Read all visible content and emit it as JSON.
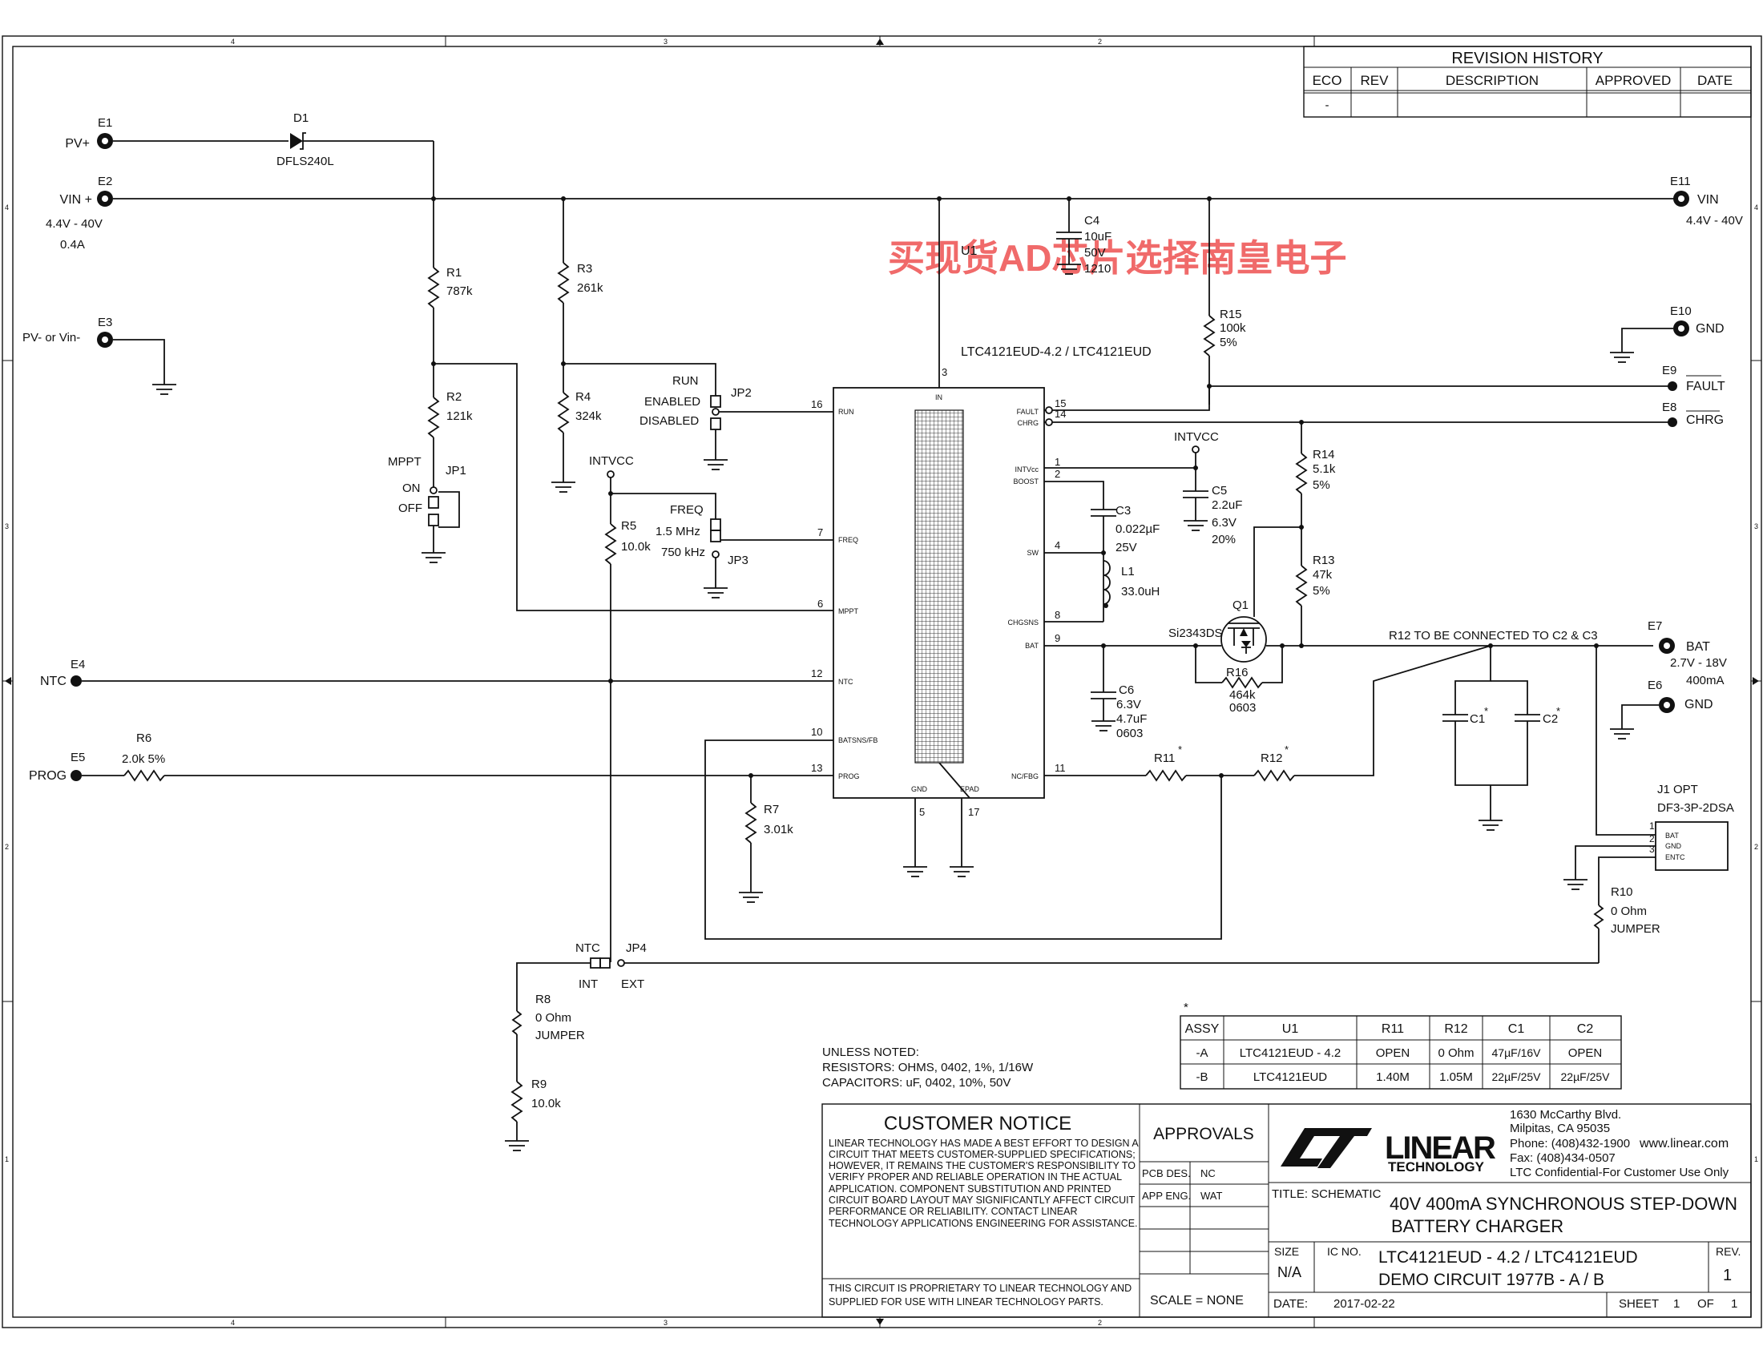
{
  "frame": {
    "zones_top": [
      "4",
      "3",
      "2"
    ],
    "zones_side": [
      "4",
      "3",
      "2",
      "1"
    ]
  },
  "watermark": "买现货AD芯片选择南皇电子",
  "revision_history": {
    "title": "REVISION HISTORY",
    "headers": [
      "ECO",
      "REV",
      "DESCRIPTION",
      "APPROVED",
      "DATE"
    ],
    "row": [
      "-",
      "",
      "",
      "",
      ""
    ]
  },
  "terminals": {
    "e1": {
      "id": "E1",
      "label": "PV+"
    },
    "e2": {
      "id": "E2",
      "label": "VIN +",
      "note1": "4.4V - 40V",
      "note2": "0.4A"
    },
    "e3": {
      "id": "E3",
      "label": "PV- or Vin-"
    },
    "e4": {
      "id": "E4",
      "label": "NTC"
    },
    "e5": {
      "id": "E5",
      "label": "PROG"
    },
    "e11": {
      "id": "E11",
      "label": "VIN",
      "note": "4.4V - 40V"
    },
    "e10": {
      "id": "E10",
      "label": "GND"
    },
    "e9": {
      "id": "E9",
      "label": "FAULT"
    },
    "e8": {
      "id": "E8",
      "label": "CHRG"
    },
    "e7": {
      "id": "E7",
      "label": "BAT",
      "note1": "2.7V - 18V",
      "note2": "400mA"
    },
    "e6": {
      "id": "E6",
      "label": "GND"
    }
  },
  "components": {
    "d1": {
      "ref": "D1",
      "value": "DFLS240L"
    },
    "r1": {
      "ref": "R1",
      "value": "787k"
    },
    "r2": {
      "ref": "R2",
      "value": "121k"
    },
    "r3": {
      "ref": "R3",
      "value": "261k"
    },
    "r4": {
      "ref": "R4",
      "value": "324k"
    },
    "r5": {
      "ref": "R5",
      "value": "10.0k"
    },
    "r6": {
      "ref": "R6",
      "value": "2.0k  5%"
    },
    "r7": {
      "ref": "R7",
      "value": "3.01k"
    },
    "r8": {
      "ref": "R8",
      "value": "0 Ohm",
      "note": "JUMPER"
    },
    "r9": {
      "ref": "R9",
      "value": "10.0k"
    },
    "r10": {
      "ref": "R10",
      "value": "0 Ohm",
      "note": "JUMPER"
    },
    "r11": {
      "ref": "R11",
      "mark": "*"
    },
    "r12": {
      "ref": "R12",
      "mark": "*"
    },
    "r13": {
      "ref": "R13",
      "value": "47k",
      "tol": "5%"
    },
    "r14": {
      "ref": "R14",
      "value": "5.1k",
      "tol": "5%"
    },
    "r15": {
      "ref": "R15",
      "value": "100k",
      "tol": "5%"
    },
    "r16": {
      "ref": "R16",
      "value": "464k",
      "pkg": "0603"
    },
    "c1": {
      "ref": "C1",
      "mark": "*"
    },
    "c2": {
      "ref": "C2",
      "mark": "*"
    },
    "c3": {
      "ref": "C3",
      "value": "0.022µF",
      "volt": "25V"
    },
    "c4": {
      "ref": "C4",
      "value": "10uF",
      "volt": "50V",
      "pkg": "1210"
    },
    "c5": {
      "ref": "C5",
      "value": "2.2uF",
      "volt": "6.3V",
      "tol": "20%"
    },
    "c6": {
      "ref": "C6",
      "volt": "6.3V",
      "value": "4.7uF",
      "pkg": "0603"
    },
    "l1": {
      "ref": "L1",
      "value": "33.0uH"
    },
    "q1": {
      "ref": "Q1",
      "part": "Si2343DS"
    },
    "j1": {
      "ref": "J1  OPT",
      "part": "DF3-3P-2DSA",
      "pins": [
        "BAT",
        "GND",
        "ENTC"
      ],
      "nums": [
        "1",
        "2",
        "3"
      ]
    },
    "u1": {
      "ref": "U1",
      "part": "LTC4121EUD-4.2 / LTC4121EUD"
    }
  },
  "jumpers": {
    "jp1": {
      "ref": "JP1",
      "title": "MPPT",
      "on": "ON",
      "off": "OFF"
    },
    "jp2": {
      "ref": "JP2",
      "title": "RUN",
      "on": "ENABLED",
      "off": "DISABLED"
    },
    "jp3": {
      "ref": "JP3",
      "title": "FREQ",
      "on": "1.5 MHz",
      "off": "750 kHz"
    },
    "jp4": {
      "ref": "JP4",
      "title": "NTC",
      "int": "INT",
      "ext": "EXT"
    }
  },
  "nets": {
    "intvcc1": "INTVCC",
    "intvcc2": "INTVCC",
    "r12_note": "R12 TO BE CONNECTED TO C2 & C3"
  },
  "ic_pins": {
    "in": "IN",
    "run": "RUN",
    "freq": "FREQ",
    "mppt": "MPPT",
    "ntc": "NTC",
    "batsns": "BATSNS/FB",
    "prog": "PROG",
    "gnd": "GND",
    "epad": "EPAD",
    "fault": "FAULT",
    "chrg": "CHRG",
    "intvcc": "INTVcc",
    "boost": "BOOST",
    "sw": "SW",
    "chgsns": "CHGSNS",
    "bat": "BAT",
    "ncfbg": "NC/FBG"
  },
  "pin_numbers": {
    "p3": "3",
    "p16": "16",
    "p7": "7",
    "p6": "6",
    "p12": "12",
    "p10": "10",
    "p13": "13",
    "p5": "5",
    "p17": "17",
    "p15": "15",
    "p14": "14",
    "p1": "1",
    "p2": "2",
    "p4": "4",
    "p8": "8",
    "p9": "9",
    "p11": "11"
  },
  "notes": {
    "l1": "UNLESS NOTED:",
    "l2": "RESISTORS: OHMS, 0402, 1%, 1/16W",
    "l3": "CAPACITORS:  uF, 0402, 10%,  50V"
  },
  "assembly_table": {
    "mark": "*",
    "headers": [
      "ASSY",
      "U1",
      "R11",
      "R12",
      "C1",
      "C2"
    ],
    "rows": [
      [
        "-A",
        "LTC4121EUD - 4.2",
        "OPEN",
        "0 Ohm",
        "47µF/16V",
        "OPEN"
      ],
      [
        "-B",
        "LTC4121EUD",
        "1.40M",
        "1.05M",
        "22µF/25V",
        "22µF/25V"
      ]
    ]
  },
  "title_block": {
    "notice_title": "CUSTOMER NOTICE",
    "notice_lines": [
      "LINEAR TECHNOLOGY HAS MADE A BEST EFFORT TO DESIGN A",
      "CIRCUIT THAT MEETS CUSTOMER-SUPPLIED SPECIFICATIONS;",
      "HOWEVER, IT REMAINS THE CUSTOMER'S RESPONSIBILITY TO",
      "VERIFY PROPER AND RELIABLE OPERATION IN THE ACTUAL",
      "APPLICATION. COMPONENT SUBSTITUTION AND PRINTED",
      "CIRCUIT BOARD LAYOUT MAY SIGNIFICANTLY AFFECT CIRCUIT",
      "PERFORMANCE OR RELIABILITY. CONTACT LINEAR",
      "TECHNOLOGY APPLICATIONS ENGINEERING FOR ASSISTANCE."
    ],
    "proprietary_lines": [
      "THIS CIRCUIT IS PROPRIETARY TO LINEAR TECHNOLOGY AND",
      "SUPPLIED FOR USE WITH LINEAR TECHNOLOGY PARTS."
    ],
    "approvals": "APPROVALS",
    "pcb_des_label": "PCB DES.",
    "pcb_des_value": "NC",
    "app_eng_label": "APP ENG.",
    "app_eng_value": "WAT",
    "scale": "SCALE = NONE",
    "logo_text": "LINEAR",
    "logo_sub": "TECHNOLOGY",
    "address": [
      "1630 McCarthy Blvd.",
      "Milpitas, CA 95035",
      "Phone: (408)432-1900",
      "Fax: (408)434-0507",
      "LTC Confidential-For Customer Use Only"
    ],
    "website": "www.linear.com",
    "title_label": "TITLE:  SCHEMATIC",
    "title_line1": "40V 400mA SYNCHRONOUS STEP-DOWN",
    "title_line2": "BATTERY CHARGER",
    "size_label": "SIZE",
    "size_value": "N/A",
    "icno_label": "IC NO.",
    "icno_line1": "LTC4121EUD - 4.2 / LTC4121EUD",
    "icno_line2": "DEMO CIRCUIT 1977B - A / B",
    "rev_label": "REV.",
    "rev_value": "1",
    "date_label": "DATE:",
    "date_value": "2017-02-22",
    "sheet_label": "SHEET",
    "sheet_value": "1",
    "of_label": "OF",
    "of_value": "1"
  }
}
